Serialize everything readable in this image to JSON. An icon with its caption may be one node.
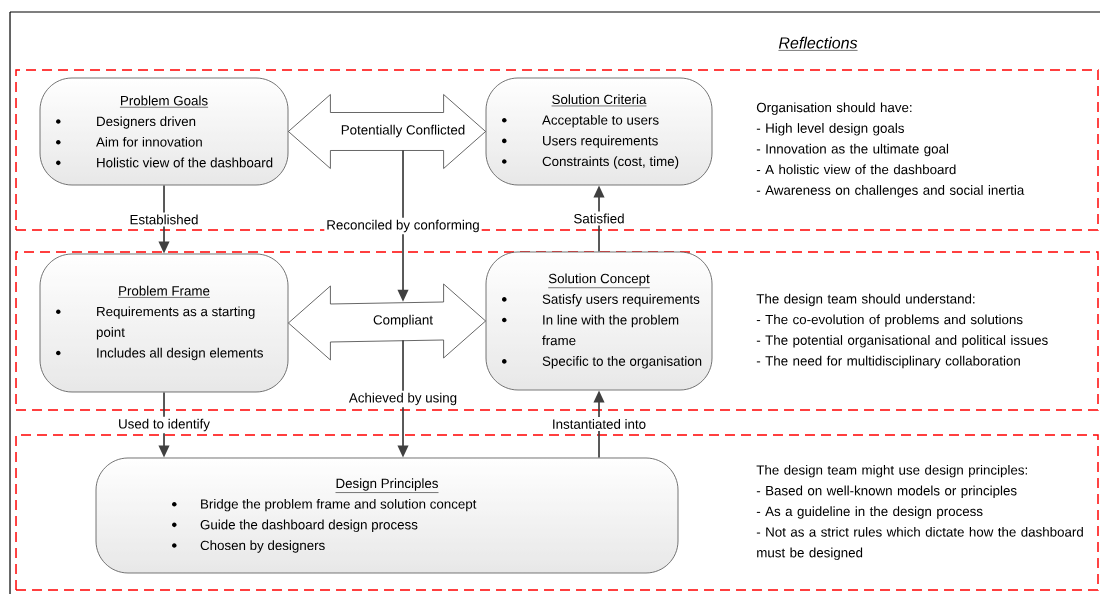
{
  "diagram": {
    "nodes": [
      {
        "text": [
          "Organisation should have:",
          "- High level design goals",
          "- Innovation as the ultimate goal",
          "- A holistic view of the dashboard",
          "- Awareness on challenges and social inertia"
        ]
      },
      {
        "text": [
          "Problem Goals",
          "Designers driven",
          "Aim for innovation",
          "Holistic view of the dashboard"
        ],
        "in": 0
      },
      {
        "text": [
          "Potentially Conflicted"
        ],
        "in": 0
      },
      {
        "text": [
          "Solution Criteria",
          "Acceptable to users",
          "Users requirements",
          "Constraints (cost, time)"
        ],
        "in": 0
      },
      {
        "text": [
          "The design team should understand:",
          "- The co-evolution of problems and solutions",
          "- The potential organisational and political issues",
          "- The need for multidisciplinary collaboration"
        ]
      },
      {
        "text": [
          "Problem Frame",
          "Requirements as a starting point",
          "Includes all design elements"
        ],
        "in": 4
      },
      {
        "text": [
          "Compliant"
        ],
        "in": 4
      },
      {
        "text": [
          "Solution Concept",
          "Satisfy users requirements",
          "In line with the problem frame",
          "Specific to the organisation"
        ],
        "in": 4
      },
      {
        "text": [
          "The design team might use design principles:",
          "- Based on well-known models or principles",
          "- As a guideline in the design process",
          "- Not as a strict rules which dictate how the dashboard must be designed"
        ]
      },
      {
        "text": [
          "Design Principles",
          "Bridge the problem frame and solution concept",
          "Guide the dashboard design process",
          "Chosen by designers"
        ],
        "in": 8
      }
    ],
    "edges": [
      {
        "from": 1,
        "to": 5,
        "arrow": "to",
        "label": "Established"
      },
      {
        "from": 2,
        "to": 6,
        "arrow": "to",
        "label": "Reconciled by conforming"
      },
      {
        "from": 7,
        "to": 3,
        "arrow": "to",
        "label": "Satisfied"
      },
      {
        "from": 5,
        "to": 9,
        "arrow": "to",
        "label": "Used to identify"
      },
      {
        "from": 6,
        "to": 9,
        "arrow": "to",
        "label": "Achieved by using"
      },
      {
        "from": 9,
        "to": 7,
        "arrow": "to",
        "label": "Instantiated into"
      },
      {
        "from": 1,
        "to": 3,
        "arrow": "both"
      },
      {
        "from": 5,
        "to": 7,
        "arrow": "both"
      }
    ],
    "labels": [
      "Reflections"
    ]
  }
}
